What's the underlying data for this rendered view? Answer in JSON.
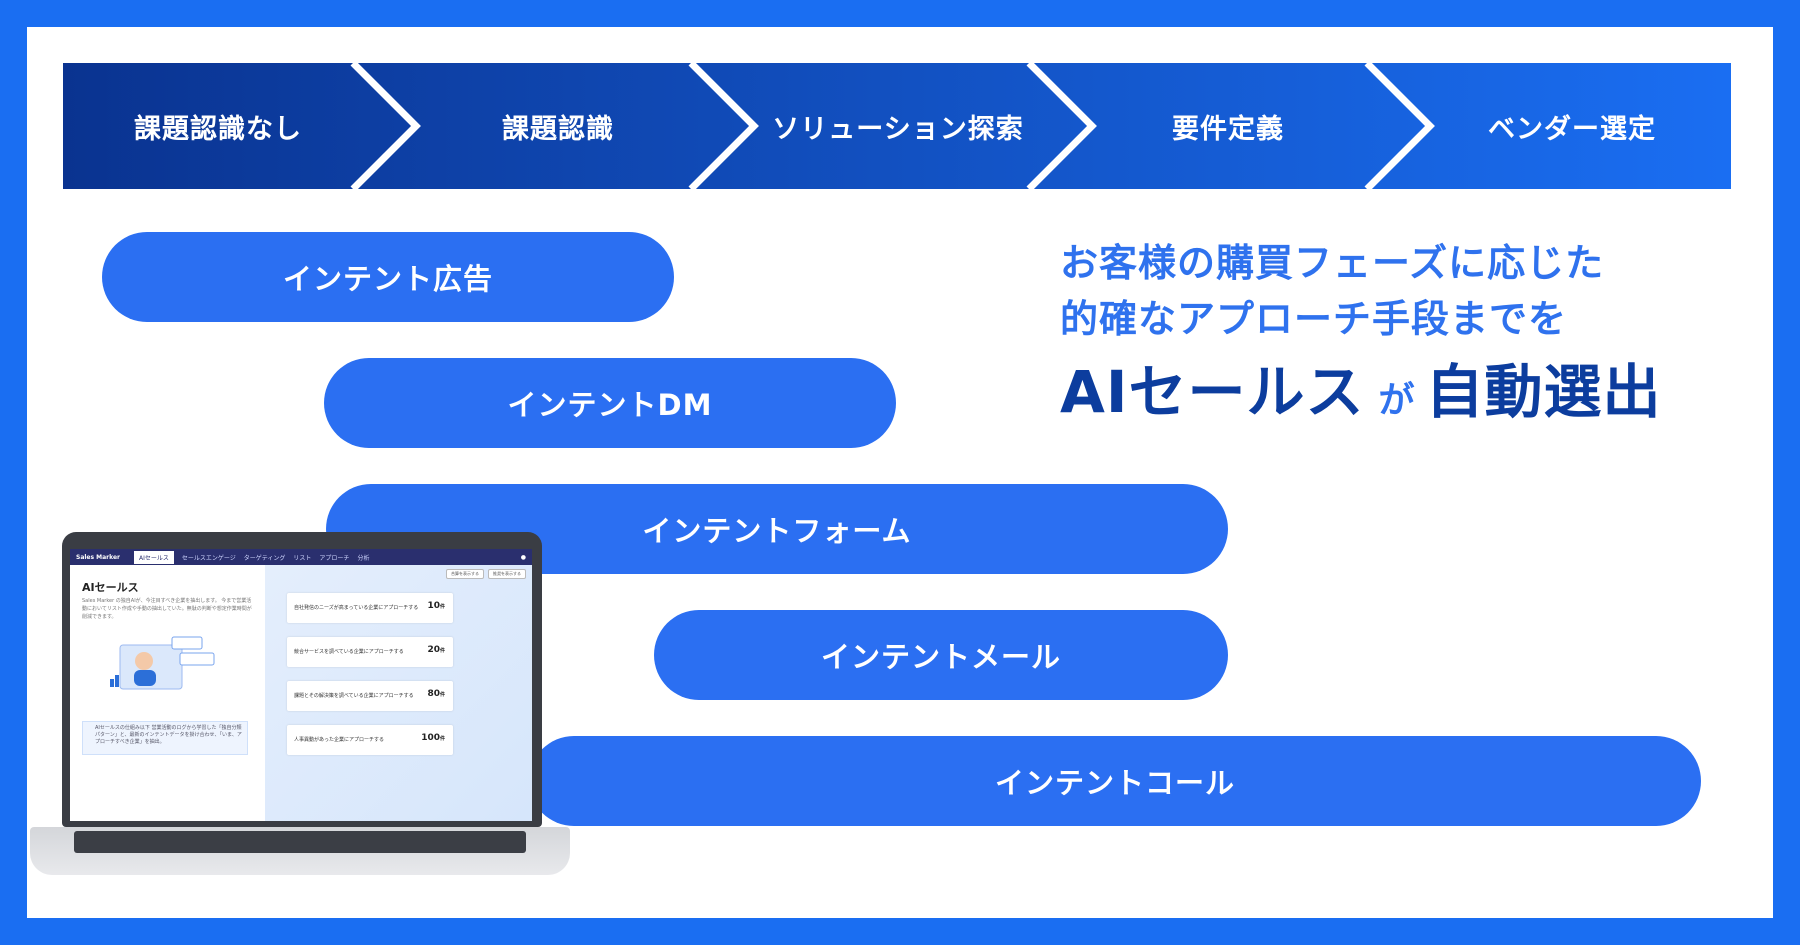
{
  "stages": [
    "課題認識なし",
    "課題認識",
    "ソリューション探索",
    "要件定義",
    "ベンダー選定"
  ],
  "pills": [
    "インテント広告",
    "インテントDM",
    "インテントフォーム",
    "インテントメール",
    "インテントコール"
  ],
  "headline": {
    "line1": "お客様の購買フェーズに応じた",
    "line2": "的確なアプローチ手段までを",
    "product": "AIセールス",
    "particle": "が",
    "verb": "自動選出"
  },
  "app": {
    "logo": "Sales Marker",
    "nav": [
      "AIセールス",
      "セールスエンゲージ",
      "ターゲティング",
      "リスト",
      "アプローチ",
      "分析"
    ],
    "title": "AIセールス",
    "description": "Sales Marker の独自AIが、今注目すべき企業を抽出します。 今まで営業活動においてリスト作成や手動の抽出していた。無駄の判断や想定作業時間が削減できます。",
    "info": "AIセールスの仕組み以下 営業活動のログから学習した「独自分類パターン」と、最新のインテントデータを掛け合わせ、「いま、アプローチすべき企業」を抽出。",
    "buttons": [
      "合算を表示する",
      "推奨を表示する"
    ],
    "cards": [
      {
        "text": "自社発信のニーズが高まっている企業にアプローチする",
        "count": "10",
        "unit": "件"
      },
      {
        "text": "競合サービスを調べている企業にアプローチする",
        "count": "20",
        "unit": "件"
      },
      {
        "text": "課題とその解決策を調べている企業にアプローチする",
        "count": "80",
        "unit": "件"
      },
      {
        "text": "人事異動があった企業にアプローチする",
        "count": "100",
        "unit": "件"
      }
    ]
  },
  "colors": {
    "border": "#1a6ef2",
    "stage_dark": "#0a3a9c",
    "stage_light": "#1a6ef2",
    "pill": "#2b6ff2",
    "headline": "#2f72ee",
    "headline_strong": "#0c3d9e"
  }
}
